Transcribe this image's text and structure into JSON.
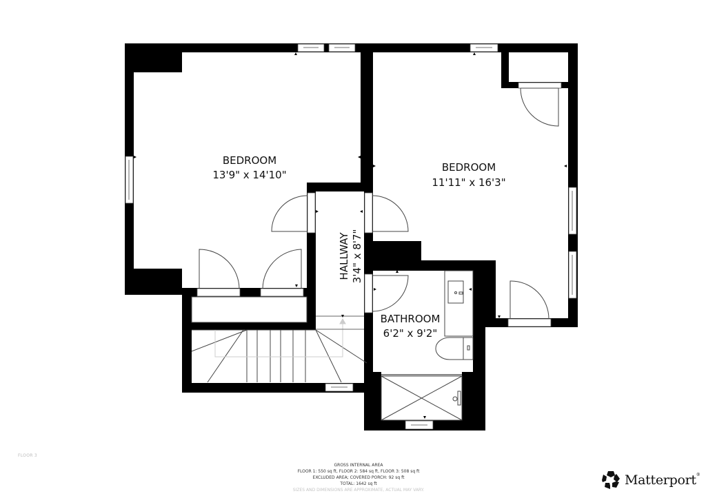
{
  "floor_label": "FLOOR 3",
  "rooms": [
    {
      "name": "BEDROOM",
      "dimensions": "13'9\" x 14'10\""
    },
    {
      "name": "BEDROOM",
      "dimensions": "11'11\" x 16'3\""
    },
    {
      "name": "HALLWAY",
      "dimensions": "3'4\" x 8'7\""
    },
    {
      "name": "BATHROOM",
      "dimensions": "6'2\" x 9'2\""
    }
  ],
  "area_summary": {
    "title": "GROSS INTERNAL AREA",
    "floors": "FLOOR 1: 550 sq ft, FLOOR 2: 584 sq ft, FLOOR 3: 508 sq ft",
    "excluded": "EXCLUDED AREA; COVERED PORCH: 92 sq ft",
    "total": "TOTAL: 1642 sq ft",
    "disclaimer": "SIZES AND DIMENSIONS ARE APPROXIMATE, ACTUAL MAY VARY."
  },
  "brand": {
    "name": "Matterport",
    "mark": "®",
    "icon": "matterport-logo-icon"
  },
  "colors": {
    "wall": "#000000",
    "background": "#ffffff",
    "line": "#555555"
  }
}
